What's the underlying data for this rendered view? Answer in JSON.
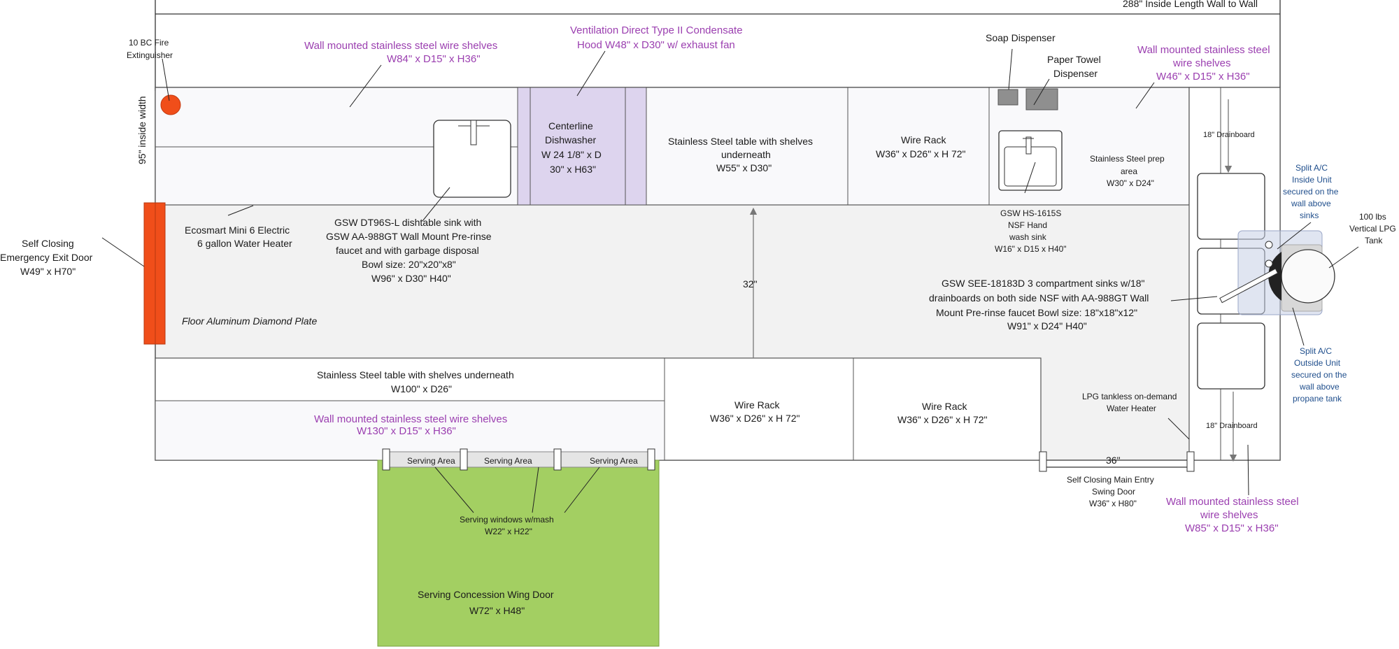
{
  "dimensions": {
    "length": "288\" Inside Length Wall to Wall",
    "width": "95\" inside width",
    "aisle": "32\"",
    "door_width": "36\""
  },
  "fire_extinguisher": [
    "10 BC Fire",
    "Extinguisher"
  ],
  "top_shelves": [
    "Wall mounted stainless steel wire shelves",
    "W84\" x D15\" x H36\""
  ],
  "hood": [
    "Ventilation Direct Type II Condensate",
    "Hood W48\" x D30\"  w/ exhaust fan"
  ],
  "soap": "Soap Dispenser",
  "paper_towel": [
    "Paper Towel",
    "Dispenser"
  ],
  "right_shelves_top": [
    "Wall mounted stainless steel",
    "wire shelves",
    "W46\" x D15\" x H36\""
  ],
  "dishwasher": [
    "Centerline",
    "Dishwasher",
    "W 24 1/8\" x D",
    "30\" x H63\""
  ],
  "ss_table_top": [
    "Stainless Steel table with shelves",
    "underneath",
    "W55\" x D30\""
  ],
  "wire_rack_top": [
    "Wire Rack",
    "W36\" x D26\" x H 72\""
  ],
  "prep_area": [
    "Stainless Steel prep",
    "area",
    "W30\" x D24\""
  ],
  "drainboard": "18\" Drainboard",
  "hand_sink": [
    "GSW HS-1615S",
    "NSF Hand",
    "wash sink",
    "W16\" x D15 x H40\""
  ],
  "water_heater": [
    "Ecosmart Mini 6 Electric",
    "6 gallon Water Heater"
  ],
  "dishtable": [
    "GSW DT96S-L dishtable sink with",
    "GSW AA-988GT Wall Mount Pre-rinse",
    "faucet and with garbage disposal",
    "Bowl size: 20\"x20\"x8\"",
    "W96\" x D30\" H40\""
  ],
  "exit_door": [
    "Self Closing",
    "Emergency Exit Door",
    "W49\" x H70\""
  ],
  "floor": "Floor Aluminum Diamond Plate",
  "three_comp_sink": [
    "GSW SEE-18183D 3 compartment sinks w/18\"",
    "drainboards on both side NSF with AA-988GT Wall",
    "Mount Pre-rinse faucet  Bowl size: 18\"x18\"x12\"",
    "W91\" x D24\" H40\""
  ],
  "ac_inside": [
    "Split A/C",
    "Inside Unit",
    "secured on the",
    "wall above",
    "sinks"
  ],
  "lpg_tank": [
    "100 lbs",
    "Vertical LPG",
    "Tank"
  ],
  "ac_outside": [
    "Split A/C",
    "Outside Unit",
    "secured on the",
    "wall above",
    "propane tank"
  ],
  "ss_table_bottom": [
    "Stainless Steel table with shelves underneath",
    "W100\" x D26\""
  ],
  "bottom_shelves": [
    "Wall mounted stainless steel wire shelves",
    "W130\" x D15\" x H36\""
  ],
  "wire_rack_b1": [
    "Wire Rack",
    "W36\" x D26\" x H 72\""
  ],
  "wire_rack_b2": [
    "Wire Rack",
    "W36\" x D26\" x H 72\""
  ],
  "lpg_heater": [
    "LPG tankless on-demand",
    "Water Heater"
  ],
  "serving_area": "Serving Area",
  "serving_windows": [
    "Serving windows w/mash",
    "W22\" x H22\""
  ],
  "main_door": [
    "Self Closing Main Entry",
    "Swing Door",
    "W36\" x H80\""
  ],
  "right_shelves_bottom": [
    "Wall mounted stainless steel",
    "wire shelves",
    "W85\" x D15\" x H36\""
  ],
  "wing_door": [
    "Serving Concession Wing Door",
    "W72\" x H48\""
  ],
  "colors": {
    "door": "#f04e1a",
    "wing_door": "#a3cf62",
    "dishwasher": "#ddd4ee",
    "purple_text": "#9b3fb0",
    "blue_text": "#1f4e8c",
    "floor": "#f2f2f2"
  }
}
